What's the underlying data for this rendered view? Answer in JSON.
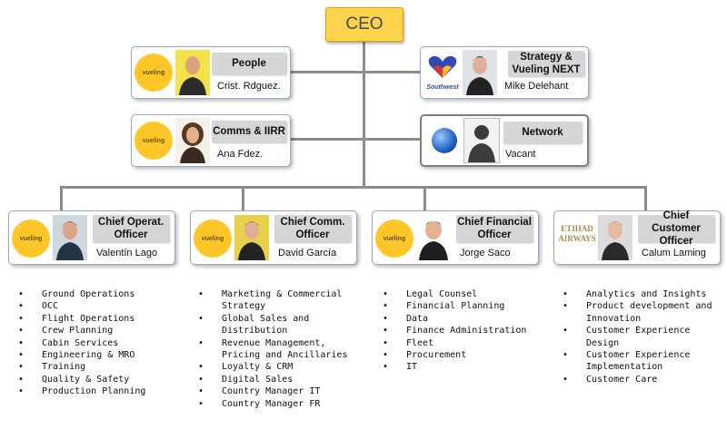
{
  "ceo": {
    "label": "CEO"
  },
  "top_cards": [
    {
      "title": "People",
      "name": "Crist. Rdguez.",
      "logo": "vueling"
    },
    {
      "title": "Strategy & Vueling NEXT",
      "name": "Mike Delehant",
      "logo": "Southwest"
    },
    {
      "title": "Comms & IIRR",
      "name": "Ana Fdez.",
      "logo": "vueling"
    },
    {
      "title": "Network",
      "name": "Vacant",
      "logo": "globe"
    }
  ],
  "officers": [
    {
      "title": "Chief Operat. Officer",
      "name": "Valentín Lago",
      "logo": "vueling",
      "bullets": [
        "Ground Operations",
        "OCC",
        "Flight Operations",
        "Crew Planning",
        "Cabin Services",
        "Engineering & MRO",
        "Training",
        "Quality & Safety",
        "Production Planning"
      ]
    },
    {
      "title": "Chief Comm. Officer",
      "name": "David García",
      "logo": "vueling",
      "bullets": [
        "Marketing & Commercial Strategy",
        "Global Sales and Distribution",
        "Revenue Management, Pricing and Ancillaries",
        "Loyalty & CRM",
        "Digital Sales",
        "Country Manager IT",
        "Country Manager FR"
      ]
    },
    {
      "title": "Chief Financial Officer",
      "name": "Jorge Saco",
      "logo": "vueling",
      "bullets": [
        "Legal Counsel",
        "Financial Planning",
        "Data",
        "Finance Administration",
        "Fleet",
        "Procurement",
        "IT"
      ]
    },
    {
      "title": "Chief Customer Officer",
      "name": "Calum Laming",
      "logo": "ETIHAD AIRWAYS",
      "bullets": [
        "Analytics and Insights",
        "Product development and Innovation",
        "Customer Experience Design",
        "Customer Experience Implementation",
        "Customer Care"
      ]
    }
  ],
  "colors": {
    "ceo_fill": "#fcd34d",
    "vueling_yellow": "#ffc629",
    "title_gray": "#d6d6d6",
    "connector": "#8c8c8c"
  }
}
